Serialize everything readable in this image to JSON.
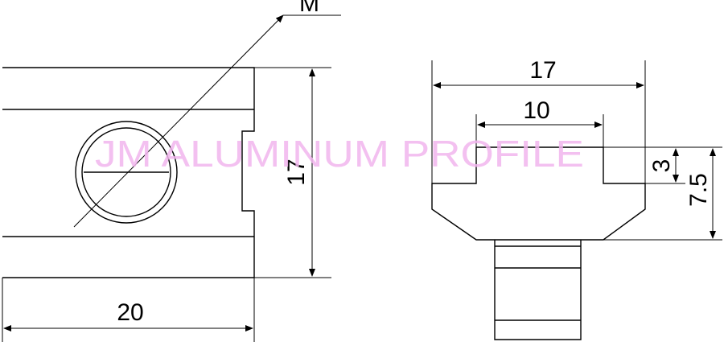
{
  "watermark": "JM ALUMINUM PROFILE",
  "front_view": {
    "label_thread": "M",
    "dim_width": "20",
    "dim_height": "17"
  },
  "side_view": {
    "dim_top_width": "17",
    "dim_slot_width": "10",
    "dim_slot_depth": "3",
    "dim_total_height": "7.5"
  }
}
